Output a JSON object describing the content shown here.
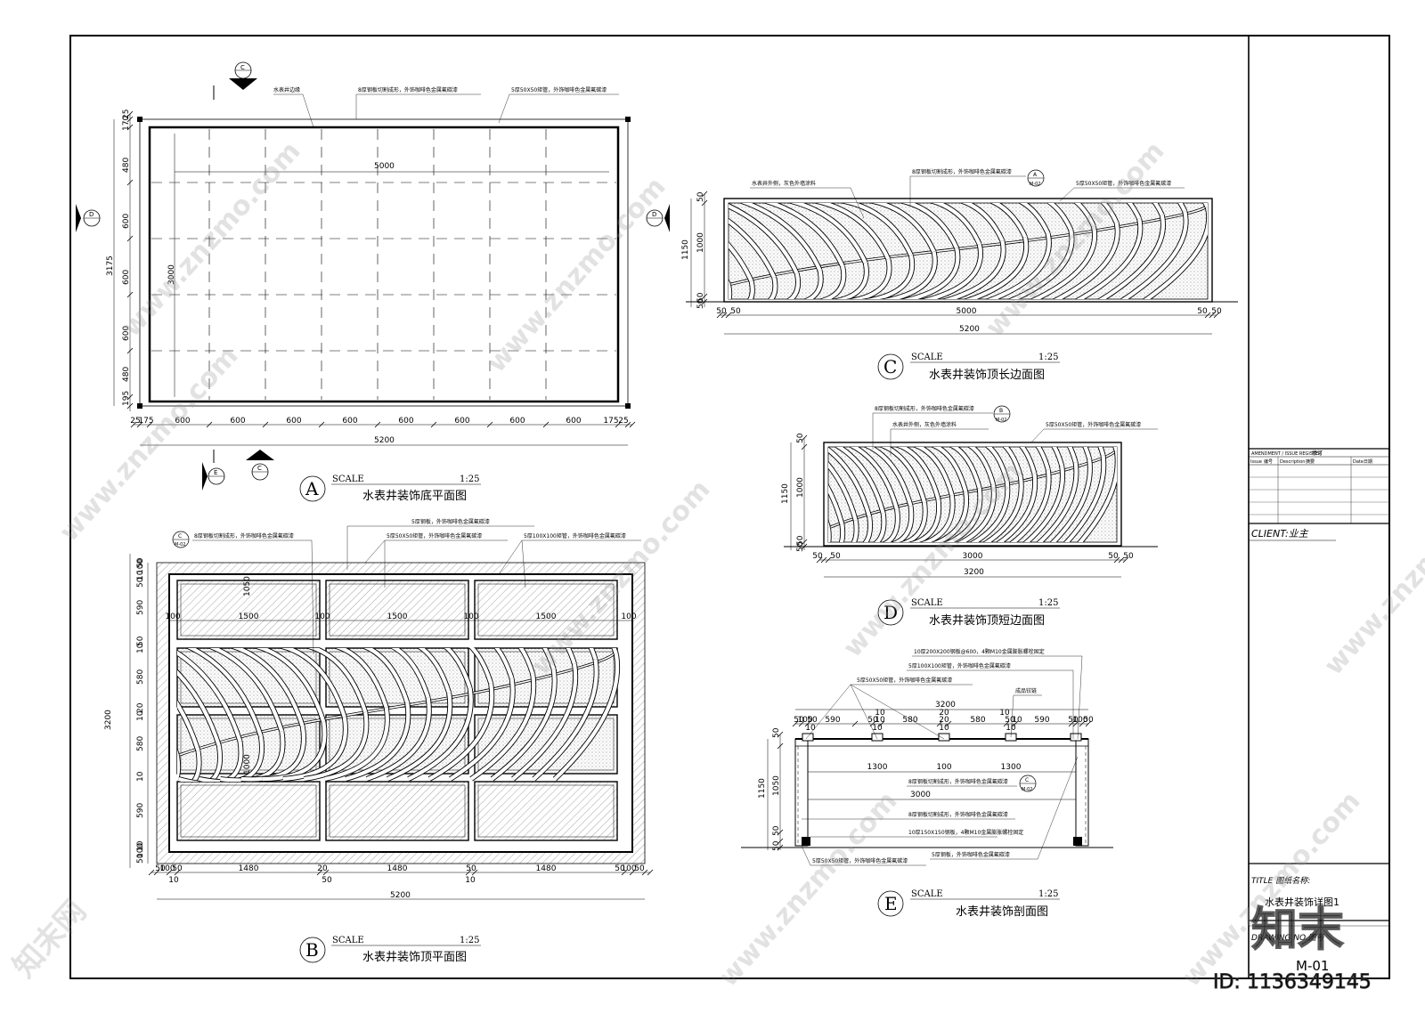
{
  "title_block": {
    "amendment_header": "AMENDMENT / ISSUE REGISTER",
    "amendment_header_cn": "修订",
    "issue_label": "Issue",
    "issue_label_cn": "编号",
    "description_label": "Description",
    "description_label_cn": "摘要",
    "date_label": "Date",
    "date_label_cn": "日期",
    "client_label": "CLIENT:业主",
    "title_label": "TITLE 图纸名称:",
    "title_value": "水表井装饰详图1",
    "drawing_no_label": "DRAWING NO.图号",
    "drawing_no": "M-01"
  },
  "watermark": {
    "site": "www.znzmo.com",
    "brand": "知末网",
    "logo": "知末",
    "id": "ID: 1136349145"
  },
  "views": {
    "A": {
      "letter": "A",
      "scale_label": "SCALE",
      "scale": "1:25",
      "name": "水表井装饰底平面图",
      "notes": [
        "水表井边缘",
        "8厚钢板切割成形，外饰咖啡色金属氟碳漆",
        "5厚50X50矩管，外饰咖啡色金属氟碳漆"
      ],
      "dim_left": [
        "25",
        "170",
        "480",
        "600",
        "600",
        "600",
        "480",
        "195"
      ],
      "dim_left_total": "3175",
      "dim_inner_v": "3000",
      "dim_inner_h": "5000",
      "dim_bottom": [
        "25",
        "175",
        "600",
        "600",
        "600",
        "600",
        "600",
        "600",
        "600",
        "600",
        "175",
        "25"
      ],
      "dim_bottom_total": "5200",
      "markers": {
        "c_top": "C",
        "d_left": "D",
        "d_right": "D",
        "e_bottom": "E",
        "c_bottom": "C",
        "dash": "- -"
      }
    },
    "B": {
      "letter": "B",
      "scale_label": "SCALE",
      "scale": "1:25",
      "name": "水表井装饰顶平面图",
      "notes": [
        "8厚钢板切割成形，外饰咖啡色金属氟碳漆",
        "5厚钢板，外饰咖啡色金属氟碳漆",
        "5厚50X50矩管，外饰咖啡色金属氟碳漆",
        "5厚100X100矩管，外饰咖啡色金属氟碳漆"
      ],
      "ref": "C",
      "ref_sheet": "M-02",
      "inner_widths": [
        "1500",
        "1500",
        "1500"
      ],
      "gaps": [
        "100",
        "100",
        "100",
        "100"
      ],
      "dim_left": [
        "50",
        "100",
        "10",
        "50",
        "590",
        "50",
        "10",
        "580",
        "20",
        "10",
        "580",
        "10",
        "590",
        "10",
        "100",
        "50"
      ],
      "dim_left_total": "3200",
      "dim_inner_v": [
        "1050",
        "1000"
      ],
      "dim_bottom": [
        "50",
        "100",
        "50",
        "1480",
        "20",
        "1480",
        "50",
        "1480",
        "50",
        "100",
        "50"
      ],
      "dim_bottom_small": [
        "10",
        "50",
        "10"
      ],
      "dim_bottom_total": "5200"
    },
    "C": {
      "letter": "C",
      "scale_label": "SCALE",
      "scale": "1:25",
      "name": "水表井装饰顶长边面图",
      "notes": [
        "水表井外侧，灰色外墙涂料",
        "8厚钢板切割成形，外饰咖啡色金属氟碳漆",
        "5厚50X50矩管，外饰咖啡色金属氟碳漆"
      ],
      "ref": "A",
      "ref_sheet": "M-02",
      "dim_left": [
        "50",
        "1000",
        "50",
        "50"
      ],
      "dim_left_total": "1150",
      "dim_bottom": [
        "50",
        "50",
        "5000",
        "50",
        "50"
      ],
      "dim_bottom_total": "5200"
    },
    "D": {
      "letter": "D",
      "scale_label": "SCALE",
      "scale": "1:25",
      "name": "水表井装饰顶短边面图",
      "notes": [
        "8厚钢板切割成形，外饰咖啡色金属氟碳漆",
        "水表井外侧，灰色外墙涂料",
        "5厚50X50矩管，外饰咖啡色金属氟碳漆"
      ],
      "ref": "B",
      "ref_sheet": "M-02",
      "dim_left": [
        "50",
        "1000",
        "50",
        "50"
      ],
      "dim_left_total": "1150",
      "dim_bottom": [
        "50",
        "50",
        "3000",
        "50",
        "50"
      ],
      "dim_bottom_total": "3200"
    },
    "E": {
      "letter": "E",
      "scale_label": "SCALE",
      "scale": "1:25",
      "name": "水表井装饰剖面图",
      "notes_top": [
        "10厚200X200钢板@600，4颗M10金属膨胀螺栓固定",
        "5厚100X100矩管，外饰咖啡色金属氟碳漆",
        "5厚50X50矩管，外饰咖啡色金属氟碳漆",
        "成品铰链"
      ],
      "notes_mid": [
        "8厚钢板切割成形，外饰咖啡色金属氟碳漆",
        "8厚钢板切割成形，外饰咖啡色金属氟碳漆",
        "10厚150X150钢板，4颗M10金属膨胀螺栓固定",
        "5厚50X50矩管，外饰咖啡色金属氟碳漆",
        "5厚钢板，外饰咖啡色金属氟碳漆"
      ],
      "ref": "C",
      "ref_sheet": "M-02",
      "dim_top_total": "3200",
      "dim_top": [
        "50",
        "100",
        "50",
        "590",
        "50",
        "10",
        "580",
        "20",
        "580",
        "50",
        "10",
        "590",
        "50",
        "100",
        "50"
      ],
      "dim_top_small": [
        "10",
        "10",
        "10",
        "10"
      ],
      "dim_top_small2": [
        "10",
        "20",
        "10"
      ],
      "dim_inner": [
        "1300",
        "100",
        "1300"
      ],
      "dim_inner_total": "3000",
      "dim_left": [
        "50",
        "1050",
        "50",
        "50"
      ],
      "dim_left_total": "1150"
    }
  }
}
